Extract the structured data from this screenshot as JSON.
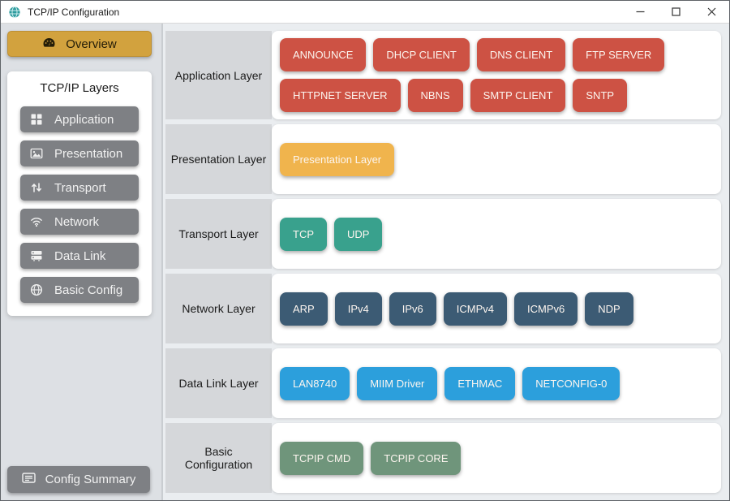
{
  "window": {
    "title": "TCP/IP Configuration"
  },
  "sidebar": {
    "overview": {
      "label": "Overview",
      "icon": "gauge-icon"
    },
    "panel_title": "TCP/IP Layers",
    "items": [
      {
        "id": "application",
        "label": "Application",
        "icon": "grid-icon"
      },
      {
        "id": "presentation",
        "label": "Presentation",
        "icon": "image-icon"
      },
      {
        "id": "transport",
        "label": "Transport",
        "icon": "arrows-icon"
      },
      {
        "id": "network",
        "label": "Network",
        "icon": "wifi-icon"
      },
      {
        "id": "data-link",
        "label": "Data Link",
        "icon": "server-icon"
      },
      {
        "id": "basic-config",
        "label": "Basic Config",
        "icon": "globe-icon"
      }
    ],
    "config_summary": {
      "label": "Config Summary",
      "icon": "summary-icon"
    }
  },
  "layers": [
    {
      "id": "application",
      "label": "Application Layer",
      "chip_color": "#cd5244",
      "modules": [
        "ANNOUNCE",
        "DHCP CLIENT",
        "DNS CLIENT",
        "FTP SERVER",
        "HTTPNET SERVER",
        "NBNS",
        "SMTP CLIENT",
        "SNTP"
      ]
    },
    {
      "id": "presentation",
      "label": "Presentation Layer",
      "chip_color": "#f0b44d",
      "modules": [
        "Presentation Layer"
      ]
    },
    {
      "id": "transport",
      "label": "Transport Layer",
      "chip_color": "#39a18d",
      "modules": [
        "TCP",
        "UDP"
      ]
    },
    {
      "id": "network",
      "label": "Network Layer",
      "chip_color": "#3c5b74",
      "modules": [
        "ARP",
        "IPv4",
        "IPv6",
        "ICMPv4",
        "ICMPv6",
        "NDP"
      ]
    },
    {
      "id": "data-link",
      "label": "Data Link Layer",
      "chip_color": "#2c9fdc",
      "modules": [
        "LAN8740",
        "MIIM Driver",
        "ETHMAC",
        "NETCONFIG-0"
      ]
    },
    {
      "id": "basic-config",
      "label": "Basic Configuration",
      "chip_color": "#6f957b",
      "modules": [
        "TCPIP CMD",
        "TCPIP CORE"
      ]
    }
  ],
  "colors": {
    "overview_bg": "#d2a23e",
    "sidebar_button_bg": "#7e8084",
    "app_logo_teal": "#2d9b9e",
    "application_chip": "#cd5244",
    "presentation_chip": "#f0b44d",
    "transport_chip": "#39a18d",
    "network_chip": "#3c5b74",
    "data_link_chip": "#2c9fdc",
    "basic_config_chip": "#6f957b"
  }
}
